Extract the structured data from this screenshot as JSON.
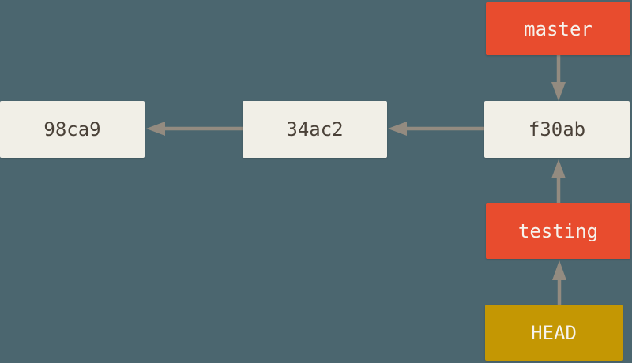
{
  "diagram": {
    "type": "git-commit-graph",
    "commits": [
      {
        "label": "98ca9"
      },
      {
        "label": "34ac2"
      },
      {
        "label": "f30ab"
      }
    ],
    "branches": [
      {
        "label": "master"
      },
      {
        "label": "testing"
      }
    ],
    "head": {
      "label": "HEAD"
    },
    "edges": [
      {
        "from": "master",
        "to": "f30ab"
      },
      {
        "from": "f30ab",
        "to": "34ac2"
      },
      {
        "from": "34ac2",
        "to": "98ca9"
      },
      {
        "from": "testing",
        "to": "f30ab"
      },
      {
        "from": "HEAD",
        "to": "testing"
      }
    ]
  },
  "colors": {
    "background": "#4b666f",
    "commit-box": "#f1efe7",
    "commit-text": "#4a4138",
    "branch-box": "#e84c2e",
    "head-box": "#c49703",
    "label-text": "#f6f3ed",
    "arrow": "#938b80"
  }
}
